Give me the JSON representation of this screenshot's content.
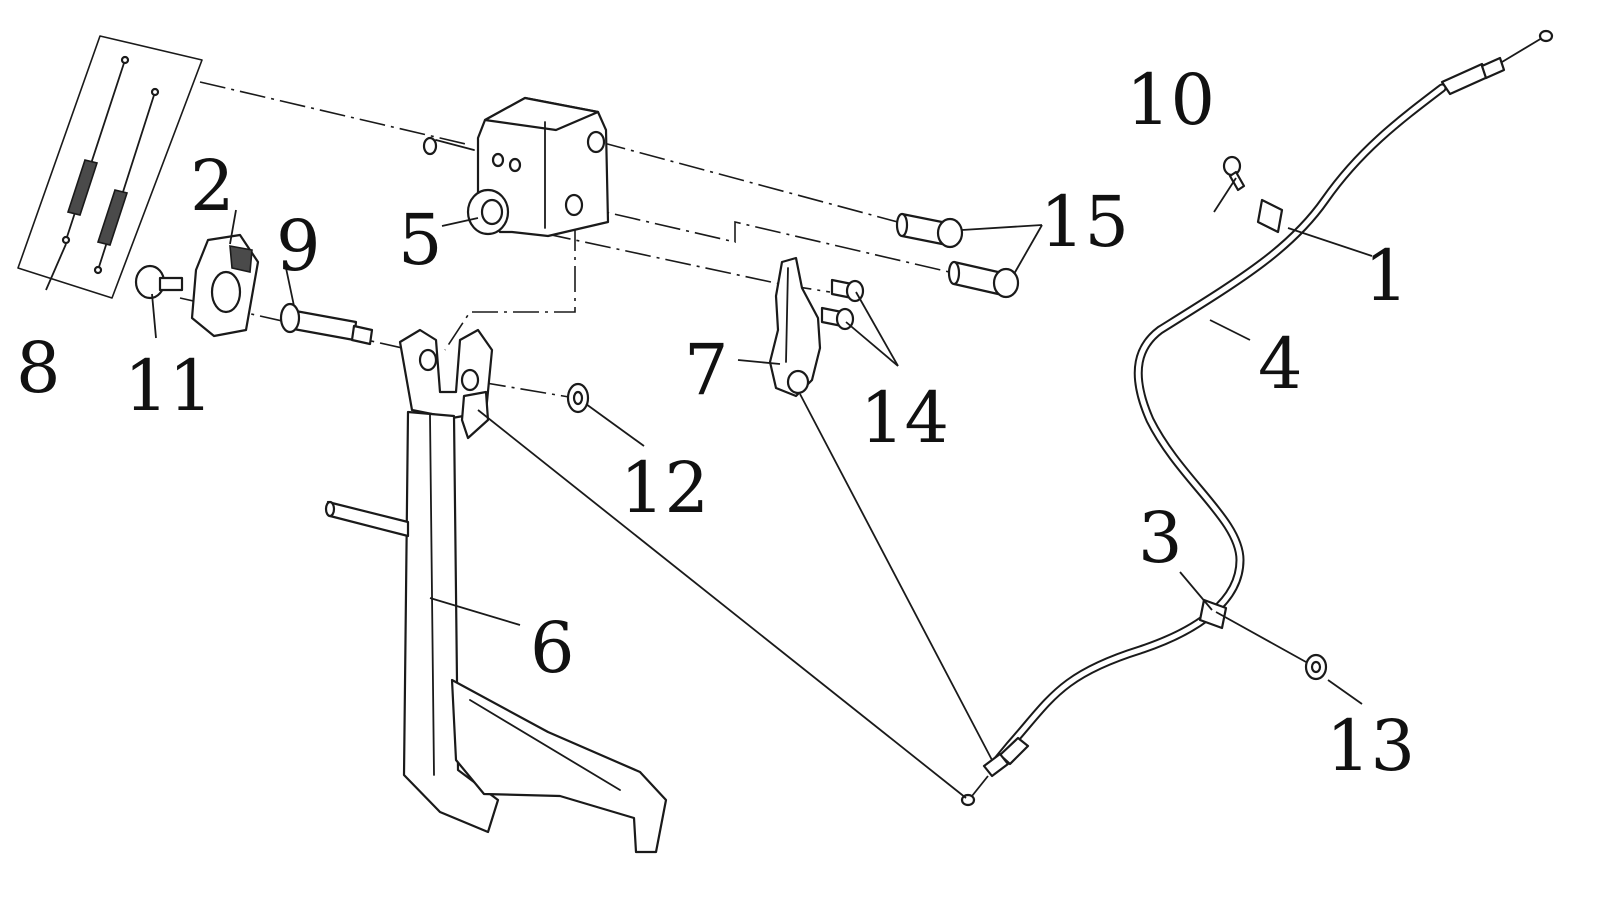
{
  "callouts": {
    "p1": "1",
    "p2": "2",
    "p3": "3",
    "p4": "4",
    "p5": "5",
    "p6": "6",
    "p7": "7",
    "p8": "8",
    "p9": "9",
    "p10": "10",
    "p11": "11",
    "p12": "12",
    "p13": "13",
    "p14": "14",
    "p15": "15"
  }
}
